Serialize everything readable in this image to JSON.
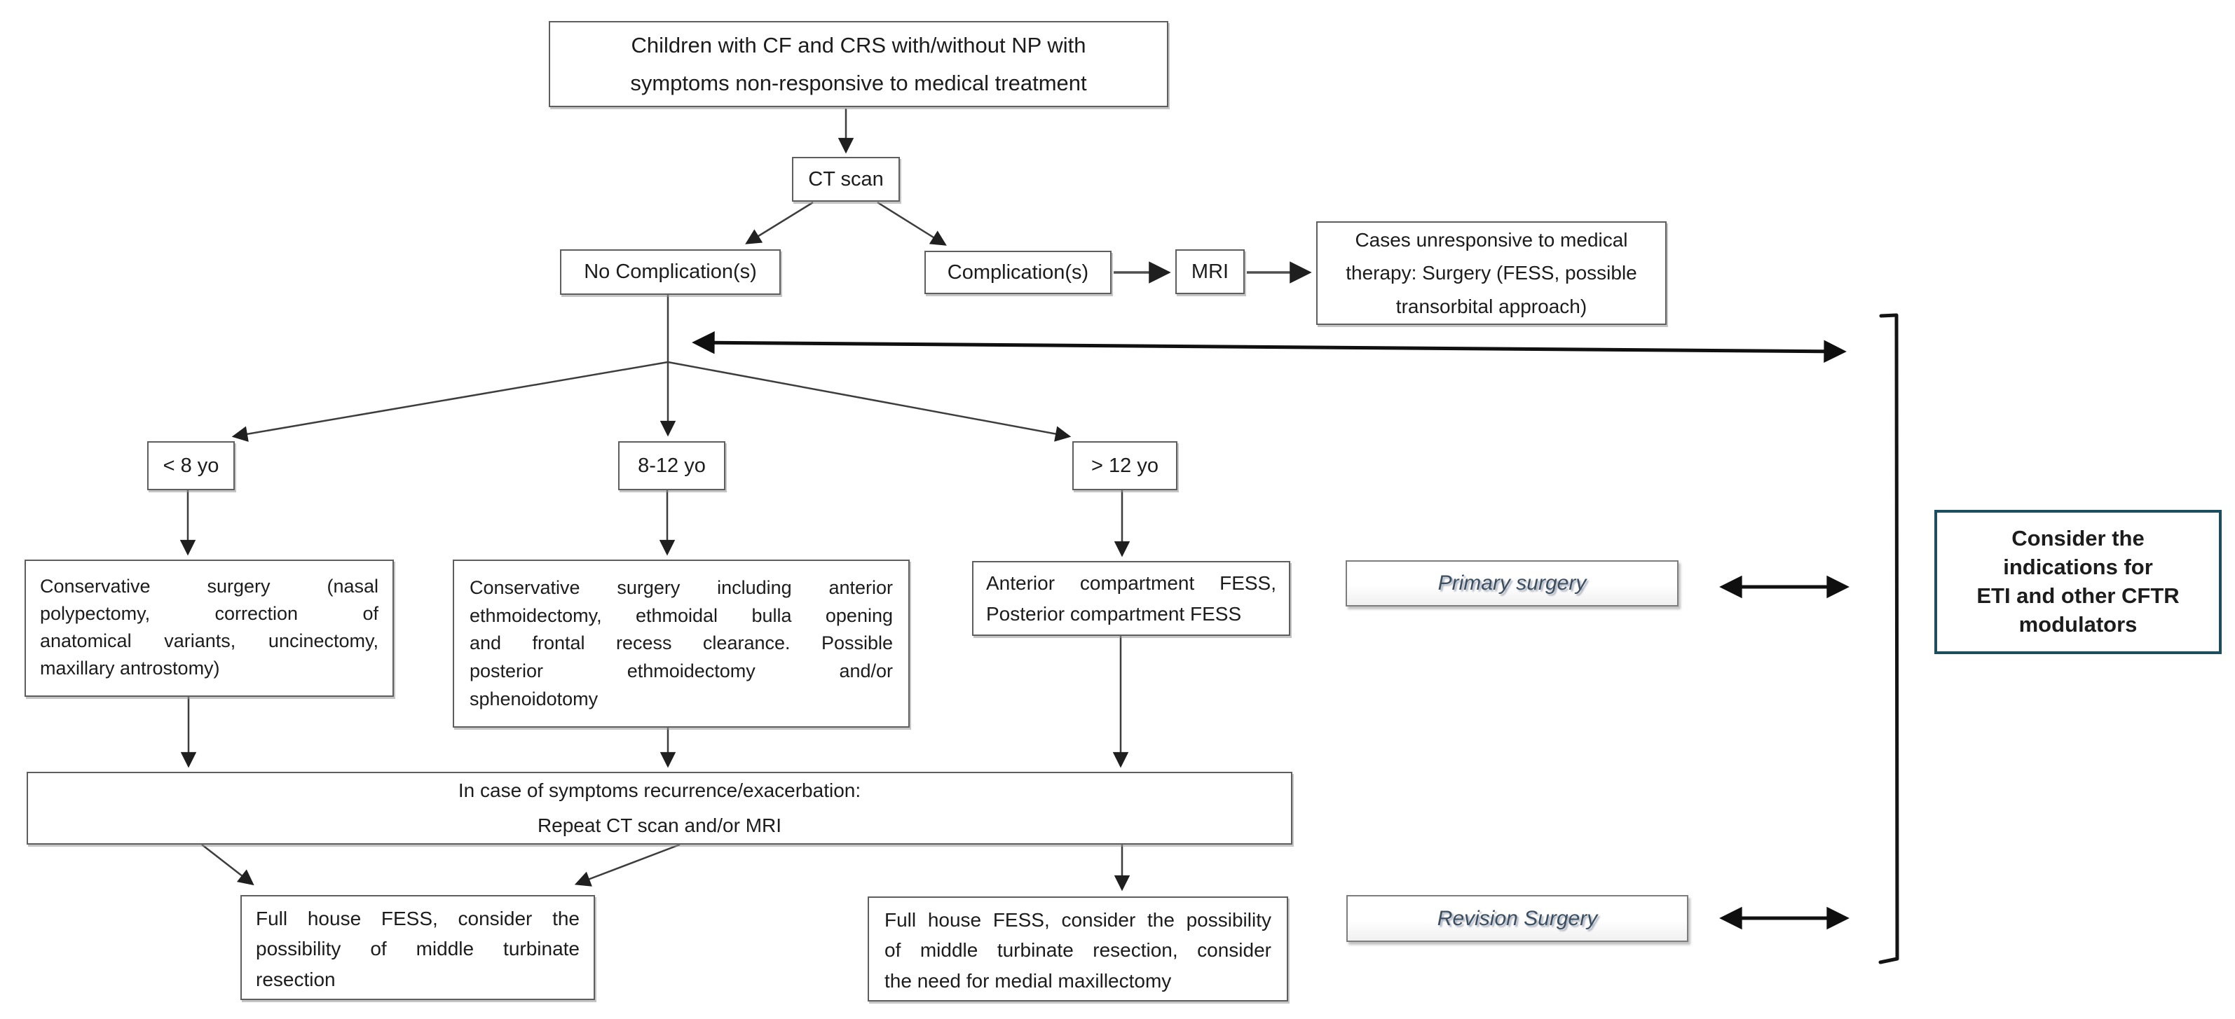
{
  "nodes": {
    "start": "Children with CF and CRS with/without NP with\nsymptoms non-responsive to medical treatment",
    "ct_scan": "CT scan",
    "no_complications": "No Complication(s)",
    "complications": "Complication(s)",
    "mri": "MRI",
    "unresponsive_cases": "Cases unresponsive to medical\ntherapy: Surgery (FESS, possible\ntransorbital approach)",
    "age_under_8": "< 8 yo",
    "age_8_to_12": "8-12 yo",
    "age_over_12": "> 12 yo",
    "conservative_under_8": "Conservative surgery (nasal\npolypectomy, correction of\nanatomical variants, uncinectomy,\nmaxillary antrostomy)",
    "conservative_8_to_12": "Conservative surgery including anterior\nethmoidectomy, ethmoidal bulla opening\nand frontal recess clearance. Possible\nposterior ethmoidectomy and/or\nsphenoidotomy",
    "fess_over_12": "Anterior compartment FESS,\nPosterior compartment FESS",
    "primary_surgery_label": "Primary surgery",
    "recurrence": "In case of symptoms recurrence/exacerbation:\nRepeat CT scan and/or MRI",
    "full_house_left": "Full house FESS, consider the\npossibility of middle turbinate\nresection",
    "full_house_right": "Full house FESS, consider the possibility\nof middle turbinate resection, consider\nthe need for medial maxillectomy",
    "revision_surgery_label": "Revision Surgery",
    "eti_note": "Consider the\nindications for\nETI and other CFTR\nmodulators"
  },
  "colors": {
    "eti_border": "#1d4e60",
    "surgery_label_text": "#3b4f63",
    "box_border": "#5e5e5e",
    "connector": "#3d3d3d",
    "arrow": "#1a1a1a",
    "background": "#ffffff"
  }
}
